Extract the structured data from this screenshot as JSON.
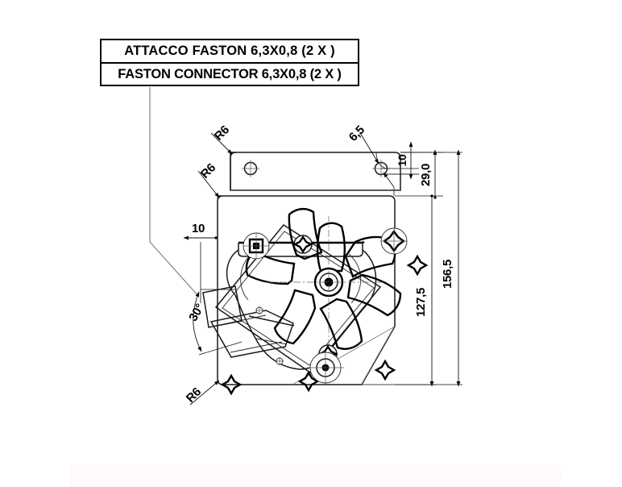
{
  "document": {
    "type": "mechanical-engineering-drawing",
    "subject": "fan motor assembly front view",
    "background_color": "#ffffff",
    "line_color": "#000000"
  },
  "callout": {
    "name": "faston-connector-callout",
    "line_1": "ATTACCO FASTON 6,3X0,8 (2 X )",
    "line_2": "FASTON CONNECTOR 6,3X0,8 (2 X )"
  },
  "dimensions": {
    "radius_top_left_flange": "R6",
    "radius_body_top_left": "R6",
    "radius_body_bottom_left": "R6",
    "hole_diameter_top_right": "6,5",
    "offset_left": "10",
    "offset_top_right": "10",
    "flange_height": "29,0",
    "body_height": "127,5",
    "overall_height": "156,5",
    "chamfer_angle": "30°"
  },
  "labels": [
    {
      "id": "r6-flange",
      "text": "R6",
      "rotation": -45
    },
    {
      "id": "r6-body-tl",
      "text": "R6",
      "rotation": -45
    },
    {
      "id": "r6-body-bl",
      "text": "R6",
      "rotation": -45
    },
    {
      "id": "dia-65",
      "text": "6,5",
      "rotation": -45
    },
    {
      "id": "off-10-left",
      "text": "10",
      "rotation": 0
    },
    {
      "id": "off-10-top",
      "text": "10",
      "rotation": -90
    },
    {
      "id": "h-29",
      "text": "29,0",
      "rotation": -90
    },
    {
      "id": "h-1275",
      "text": "127,5",
      "rotation": -90
    },
    {
      "id": "h-1565",
      "text": "156,5",
      "rotation": -90
    },
    {
      "id": "ang-30",
      "text": "30°",
      "rotation": -60
    }
  ],
  "features": {
    "mounting_holes": 2,
    "fan_blades": 7,
    "screw_marks": 6,
    "faston_tabs": 2
  }
}
